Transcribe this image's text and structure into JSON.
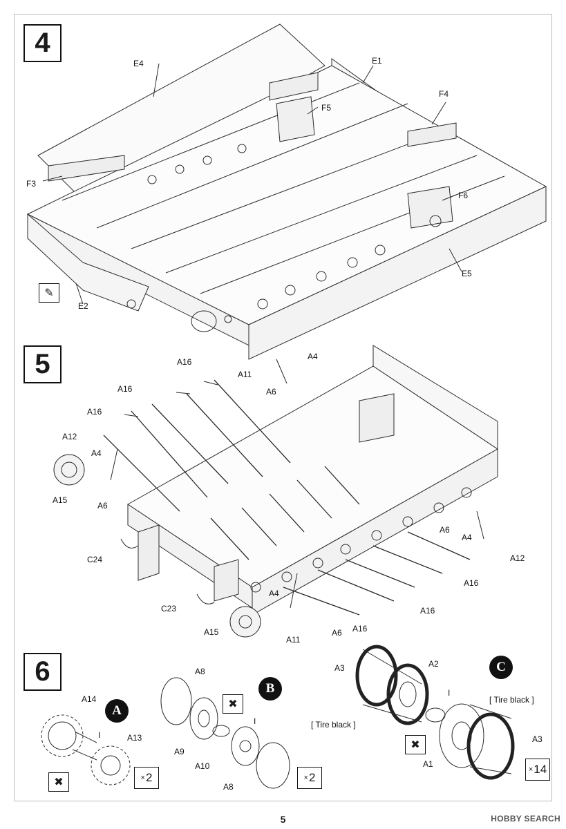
{
  "page": {
    "page_number": "5",
    "watermark": "HOBBY SEARCH"
  },
  "steps": [
    {
      "number": "4"
    },
    {
      "number": "5"
    },
    {
      "number": "6"
    }
  ],
  "step4": {
    "labels": [
      "E4",
      "E1",
      "F5",
      "F4",
      "F3",
      "F6",
      "E2",
      "E5"
    ],
    "glue_icon": "glue-icon"
  },
  "step5": {
    "labels": [
      "A16",
      "A11",
      "A4",
      "A6",
      "A16",
      "A16",
      "A12",
      "A4",
      "A15",
      "A6",
      "A6",
      "A4",
      "A12",
      "A16",
      "C24",
      "A4",
      "A16",
      "C23",
      "A15",
      "A11",
      "A6",
      "A16"
    ]
  },
  "step6": {
    "subassemblies": [
      {
        "badge": "A",
        "labels": [
          "A14",
          "I",
          "A13"
        ],
        "multiplier": "2",
        "icon": "cement-icon"
      },
      {
        "badge": "B",
        "labels": [
          "A8",
          "I",
          "A9",
          "A10",
          "A8"
        ],
        "multiplier": "2",
        "icon": "cement-icon"
      },
      {
        "badge": "C",
        "labels": [
          "A3",
          "A2",
          "I",
          "[ Tire black ]",
          "[ Tire black ]",
          "A3",
          "A1"
        ],
        "multiplier": "14",
        "icon": "cement-icon"
      }
    ],
    "multiplier_prefix": "×"
  },
  "colors": {
    "line": "#2a2a2a",
    "tire": "#222222",
    "frame": "#b9b9b9"
  }
}
